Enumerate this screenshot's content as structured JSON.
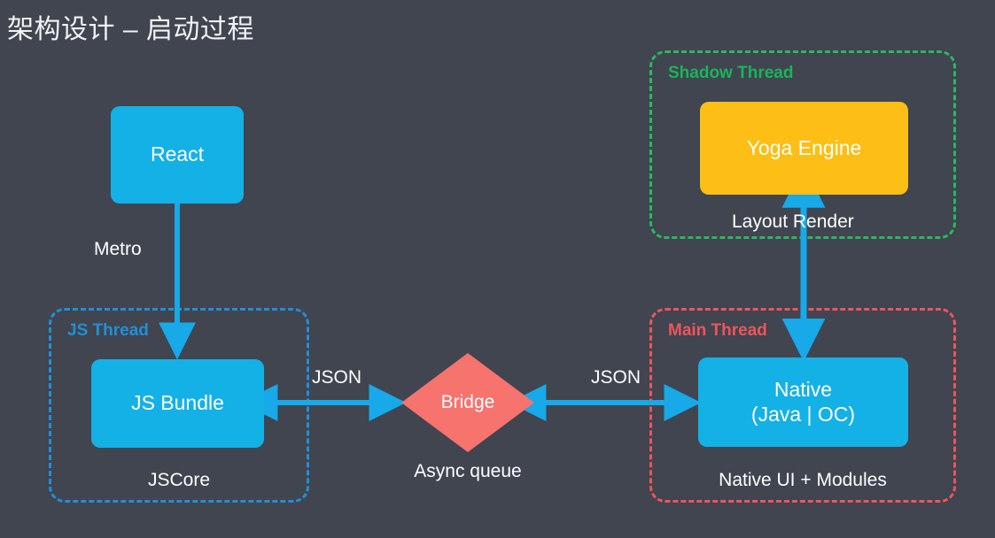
{
  "slide": {
    "title": "架构设计 – 启动过程",
    "background_color": "#404550"
  },
  "palette": {
    "background": "#404550",
    "node_blue": "#14b1e7",
    "node_yellow": "#fdbe15",
    "bridge_salmon": "#f7736e",
    "arrow_blue": "#17a9e8",
    "js_thread_border": "#2090d8",
    "shadow_thread_border": "#2bb85d",
    "main_thread_border": "#f0545a",
    "text_white": "#ffffff"
  },
  "nodes": {
    "react": {
      "label": "React"
    },
    "js_bundle": {
      "label": "JS Bundle"
    },
    "bridge": {
      "label": "Bridge",
      "caption": "Async queue"
    },
    "yoga_engine": {
      "label": "Yoga Engine"
    },
    "native": {
      "line1": "Native",
      "line2": "(Java | OC)"
    }
  },
  "groups": {
    "js_thread": {
      "label": "JS Thread",
      "caption": "JSCore"
    },
    "shadow_thread": {
      "label": "Shadow Thread",
      "caption": ""
    },
    "main_thread": {
      "label": "Main Thread",
      "caption": "Native UI + Modules"
    }
  },
  "edges": {
    "metro": {
      "label": "Metro",
      "direction": "down"
    },
    "json_left": {
      "label": "JSON",
      "direction": "bidirectional"
    },
    "json_right": {
      "label": "JSON",
      "direction": "bidirectional"
    },
    "layout_render": {
      "label": "Layout Render",
      "direction": "bidirectional"
    }
  }
}
